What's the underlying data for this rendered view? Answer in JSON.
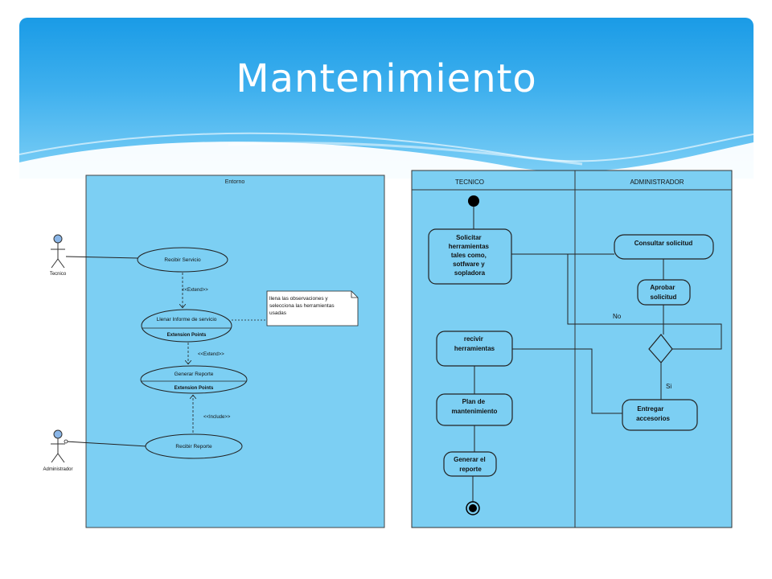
{
  "slide": {
    "title": "Mantenimiento"
  },
  "use_case_diagram": {
    "boundary_label": "Entorno",
    "actors": {
      "tecnico": "Tecnico",
      "administrador": "Administrador"
    },
    "use_cases": {
      "recibir_servicio": "Recibir Servicio",
      "llenar_informe": "Llenar Informe de servicio",
      "llenar_extension_points": "Extension Points",
      "generar_reporte": "Generar Reporte",
      "generar_extension_points": "Extension Points",
      "recibir_reporte": "Recibir Reporte"
    },
    "relations": {
      "extend_1": "<<Extend>>",
      "extend_2": "<<Extend>>",
      "include_1": "<<Include>>"
    },
    "note": {
      "line1": "llena las observaciones y",
      "line2": "selecciona las herramientas",
      "line3": "usadas"
    }
  },
  "activity_diagram": {
    "lanes": {
      "tecnico": "TECNICO",
      "administrador": "ADMINISTRADOR"
    },
    "activities": {
      "solicitar": [
        "Solicitar",
        "herramientas",
        "tales como,",
        "sotfware y",
        "sopladora"
      ],
      "consultar": [
        "Consultar solicitud"
      ],
      "aprobar": [
        "Aprobar",
        "solicitud"
      ],
      "recivir": [
        "recivir",
        "herramientas"
      ],
      "entregar": [
        "Entregar",
        "accesorios"
      ],
      "plan": [
        "Plan de",
        "mantenimiento"
      ],
      "generar": [
        "Generar el",
        "reporte"
      ]
    },
    "guards": {
      "no": "No",
      "si": "Si"
    }
  },
  "colors": {
    "diagram_bg": "#7ccff3",
    "header_top": "#1a9be6",
    "header_bottom": "#7fd0f6",
    "line": "#222222"
  }
}
